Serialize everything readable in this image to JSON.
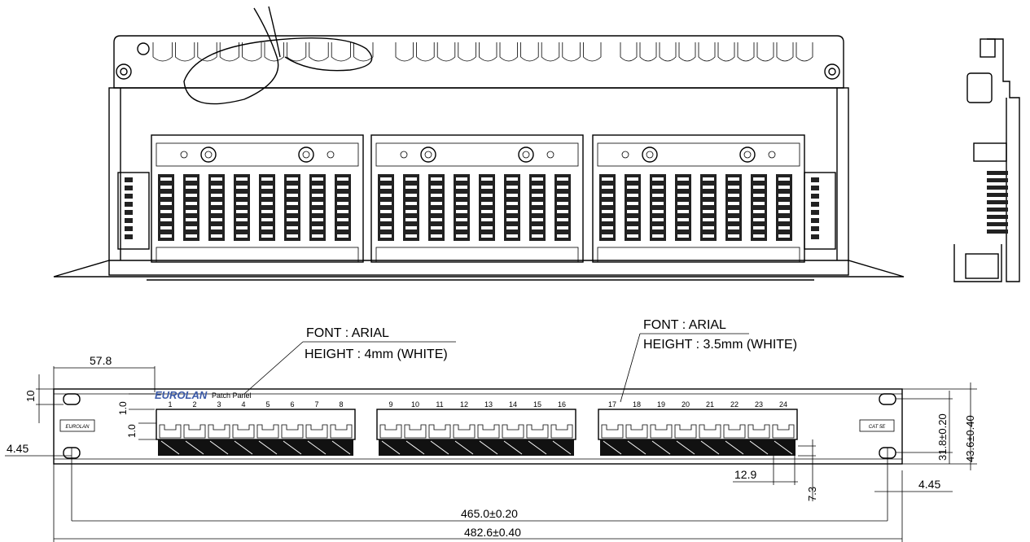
{
  "annotations": {
    "left_note": {
      "font": "FONT : ARIAL",
      "height": "HEIGHT : 4mm (WHITE)"
    },
    "right_note": {
      "font": "FONT : ARIAL",
      "height": "HEIGHT : 3.5mm (WHITE)"
    }
  },
  "branding": {
    "logo": "EUROLAN",
    "panel_label": "Patch Panel",
    "left_badge": "EUROLAN",
    "right_badge": "CAT 5E"
  },
  "ports": {
    "block1": [
      "1",
      "2",
      "3",
      "4",
      "5",
      "6",
      "7",
      "8"
    ],
    "block2": [
      "9",
      "10",
      "11",
      "12",
      "13",
      "14",
      "15",
      "16"
    ],
    "block3": [
      "17",
      "18",
      "19",
      "20",
      "21",
      "22",
      "23",
      "24"
    ]
  },
  "dimensions": {
    "top_left_offset": "57.8",
    "left_top_margin": "10",
    "inner_top_margin": "1.0",
    "inner_left_margin": "1.0",
    "left_hole": "4.45",
    "right_hole": "4.45",
    "port_pitch": "12.9",
    "port_height": "7.3",
    "hole_spacing": "31.8±0.20",
    "total_height": "43.6±0.40",
    "hole_width": "465.0±0.20",
    "total_width": "482.6±0.40"
  }
}
